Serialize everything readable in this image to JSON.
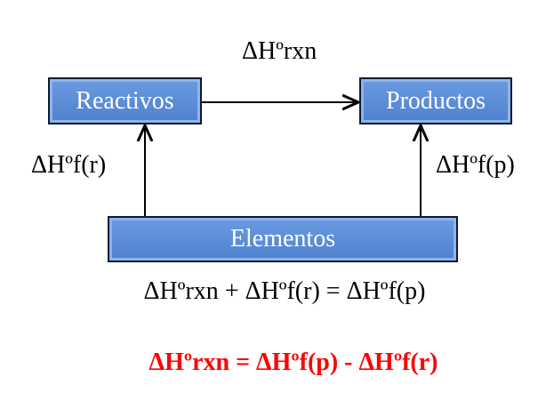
{
  "nodes": {
    "reactivos": "Reactivos",
    "productos": "Productos",
    "elementos": "Elementos"
  },
  "labels": {
    "rxn": "ΔHºrxn",
    "f_r": "ΔHºf(r)",
    "f_p": "ΔHºf(p)"
  },
  "equations": {
    "sum": "ΔHºrxn + ΔHºf(r) = ΔHºf(p)",
    "result": "ΔHºrxn = ΔHºf(p) - ΔHºf(r)"
  },
  "colors": {
    "box": "#4f81cf",
    "result": "#ff0000"
  }
}
